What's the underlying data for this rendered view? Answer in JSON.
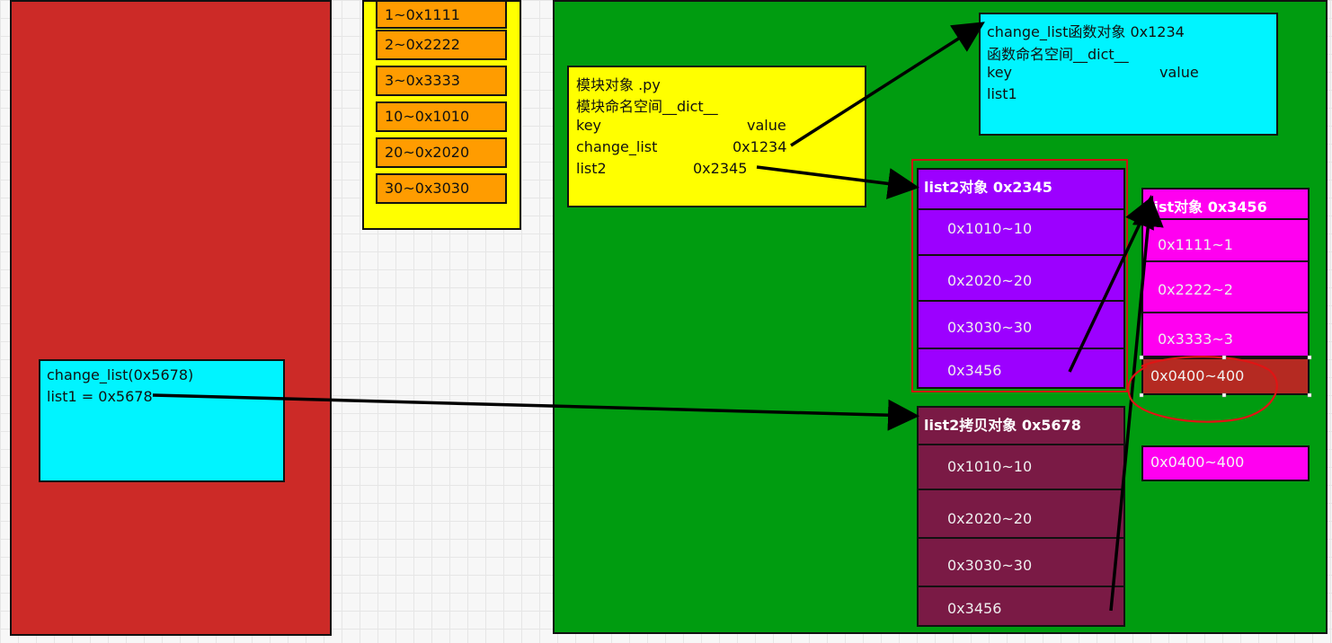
{
  "numbers": [
    "1~0x1111",
    "2~0x2222",
    "3~0x3333",
    "10~0x1010",
    "20~0x2020",
    "30~0x3030"
  ],
  "module": {
    "title": "模块对象 .py",
    "ns": "模块命名空间__dict__",
    "key": "key",
    "value": "value",
    "row1_key": "change_list",
    "row1_val": "0x1234",
    "row2_key": "list2",
    "row2_val": "0x2345"
  },
  "func": {
    "title": "change_list函数对象  0x1234",
    "ns": "函数命名空间__dict__",
    "key": "key",
    "value": "value",
    "row1_key": "list1"
  },
  "frame": {
    "title": "change_list(0x5678)",
    "row1": "list1 = 0x5678"
  },
  "list2": {
    "title": "list2对象  0x2345",
    "cells": [
      "0x1010~10",
      "0x2020~20",
      "0x3030~30",
      "0x3456"
    ]
  },
  "list3": {
    "title": "list对象  0x3456",
    "cells": [
      "0x1111~1",
      "0x2222~2",
      "0x3333~3"
    ],
    "appended": "0x0400~400"
  },
  "copy": {
    "title": "list2拷贝对象  0x5678",
    "cells": [
      "0x1010~10",
      "0x2020~20",
      "0x3030~30",
      "0x3456"
    ]
  },
  "loose": "0x0400~400"
}
